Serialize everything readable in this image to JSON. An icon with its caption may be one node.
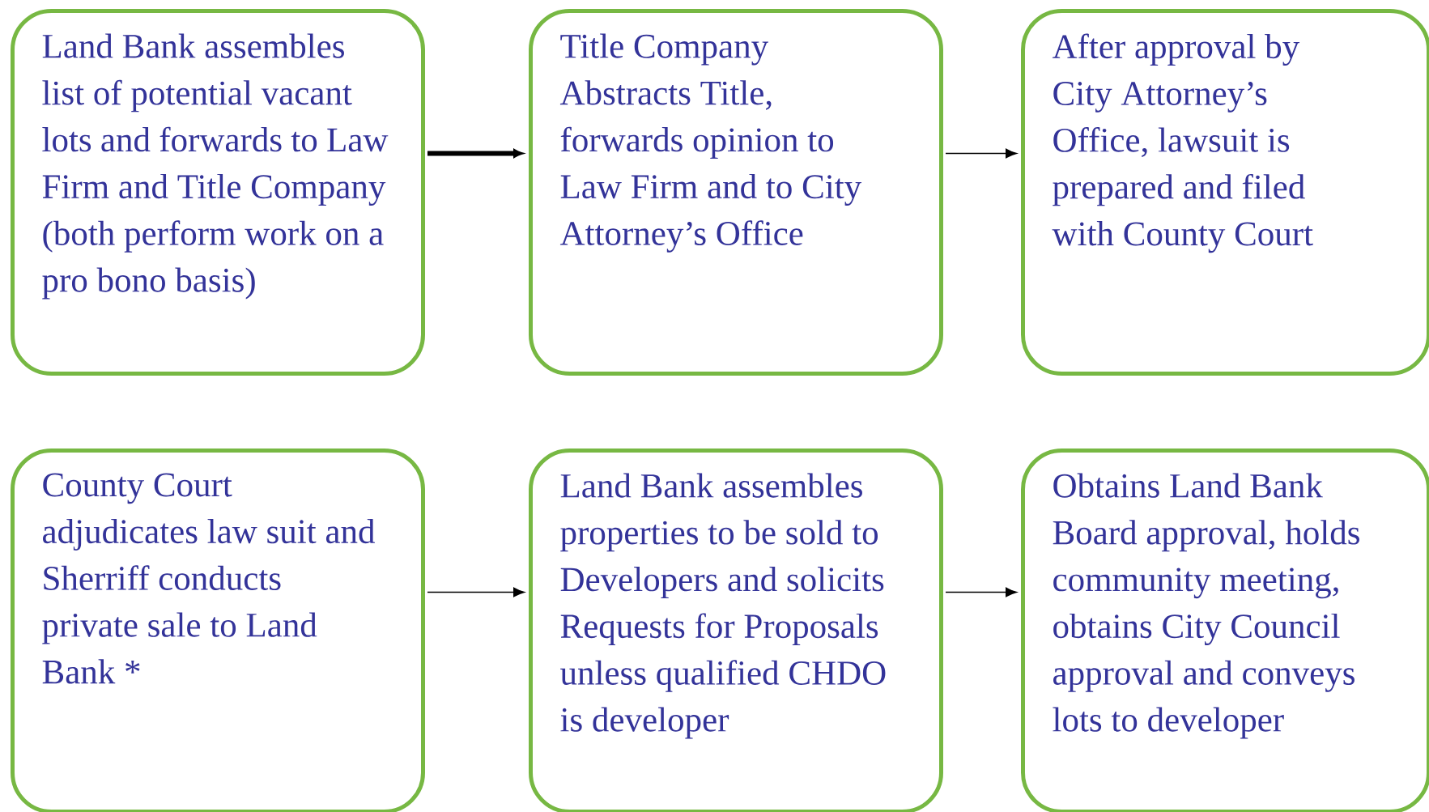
{
  "diagram": {
    "nodes": [
      {
        "text": [
          "Land Bank assembles list of potential vacant lots and forwards to Law Firm and Title Company (both perform work on a pro bono basis)"
        ]
      },
      {
        "text": [
          "Title Company Abstracts Title, forwards opinion to Law Firm and to City Attorney’s Office"
        ]
      },
      {
        "text": [
          "After approval by City Attorney’s Office, lawsuit is prepared and filed with County Court"
        ]
      },
      {
        "text": [
          "County Court adjudicates law suit and Sherriff conducts private sale to Land Bank *"
        ]
      },
      {
        "text": [
          "Land Bank assembles properties to be sold to Developers and solicits Requests for Proposals unless qualified CHDO is developer"
        ]
      },
      {
        "text": [
          "Obtains Land Bank Board approval, holds community meeting, obtains City Council approval and conveys lots to developer"
        ]
      }
    ],
    "edges": [
      {
        "from": 0,
        "to": 1,
        "arrow": "to",
        "style": "thick"
      },
      {
        "from": 1,
        "to": 2,
        "arrow": "to"
      },
      {
        "from": 3,
        "to": 4,
        "arrow": "to"
      },
      {
        "from": 4,
        "to": 5,
        "arrow": "to"
      }
    ]
  }
}
